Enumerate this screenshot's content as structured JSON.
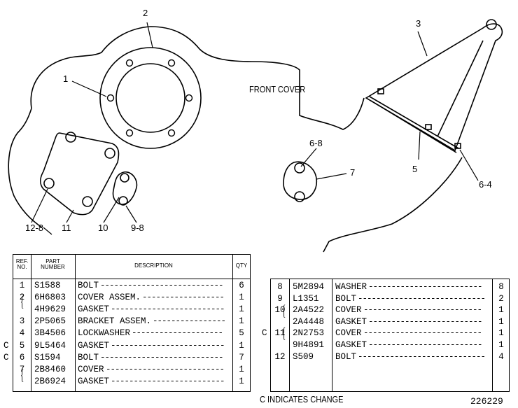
{
  "drawing": {
    "callouts": {
      "c1": "1",
      "c2": "2",
      "c3": "3",
      "c5": "5",
      "c6_8": "6-8",
      "c6_4": "6-4",
      "c7": "7",
      "c9_8": "9-8",
      "c10": "10",
      "c11": "11",
      "c12_8": "12-8"
    },
    "front_cover_label": "FRONT COVER"
  },
  "table_left": {
    "headers": {
      "ref": "REF.\nNO.",
      "part": "PART\nNUMBER",
      "desc": "DESCRIPTION",
      "qty": "QTY"
    },
    "rows": [
      {
        "ref": "1",
        "part": "S1588",
        "desc": "BOLT",
        "qty": "6",
        "change": ""
      },
      {
        "ref": "2",
        "part": "6H6803",
        "desc": "COVER ASSEM.",
        "qty": "1",
        "change": ""
      },
      {
        "ref": "",
        "part": "4H9629",
        "desc": "GASKET",
        "qty": "1",
        "change": ""
      },
      {
        "ref": "3",
        "part": "2P5065",
        "desc": "BRACKET ASSEM.",
        "qty": "1",
        "change": ""
      },
      {
        "ref": "4",
        "part": "3B4506",
        "desc": "LOCKWASHER",
        "qty": "5",
        "change": ""
      },
      {
        "ref": "5",
        "part": "9L5464",
        "desc": "GASKET",
        "qty": "1",
        "change": "C"
      },
      {
        "ref": "6",
        "part": "S1594",
        "desc": "BOLT",
        "qty": "7",
        "change": "C"
      },
      {
        "ref": "7",
        "part": "2B8460",
        "desc": "COVER",
        "qty": "1",
        "change": ""
      },
      {
        "ref": "",
        "part": "2B6924",
        "desc": "GASKET",
        "qty": "1",
        "change": ""
      }
    ]
  },
  "table_right": {
    "rows": [
      {
        "ref": "8",
        "part": "5M2894",
        "desc": "WASHER",
        "qty": "8",
        "change": ""
      },
      {
        "ref": "9",
        "part": "L1351",
        "desc": "BOLT",
        "qty": "2",
        "change": ""
      },
      {
        "ref": "10",
        "part": "2A4522",
        "desc": "COVER",
        "qty": "1",
        "change": ""
      },
      {
        "ref": "",
        "part": "2A4448",
        "desc": "GASKET",
        "qty": "1",
        "change": ""
      },
      {
        "ref": "11",
        "part": "2N2753",
        "desc": "COVER",
        "qty": "1",
        "change": "C"
      },
      {
        "ref": "",
        "part": "9H4891",
        "desc": "GASKET",
        "qty": "1",
        "change": ""
      },
      {
        "ref": "12",
        "part": "S509",
        "desc": "BOLT",
        "qty": "4",
        "change": ""
      }
    ]
  },
  "footer": {
    "legend": "C INDICATES CHANGE",
    "drawing_number": "226229"
  }
}
